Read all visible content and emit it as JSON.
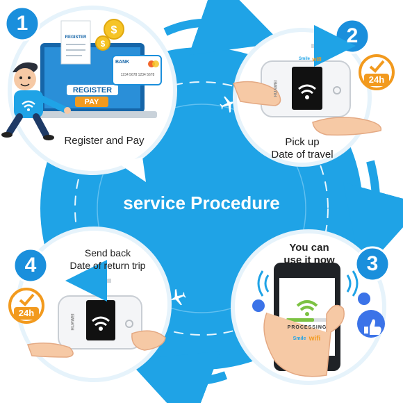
{
  "title": "service Procedure",
  "colors": {
    "primary": "#1fa3e6",
    "dark_blue": "#1478c8",
    "badge": "#1a8fdc",
    "orange": "#f29a1e",
    "skin": "#f6c9a5",
    "green": "#7cc242"
  },
  "steps": [
    {
      "number": "1",
      "label": "Register and Pay"
    },
    {
      "number": "2",
      "label_line1": "Pick up",
      "label_line2": "Date of travel",
      "clock_badge": "24h"
    },
    {
      "number": "3",
      "label_line1": "You can",
      "label_line2": "use it now"
    },
    {
      "number": "4",
      "label_line1": "Send back",
      "label_line2": "Date of return trip",
      "clock_badge": "24h"
    }
  ],
  "illustration_text": {
    "register_doc_title": "REGISTER",
    "register_button": "REGISTER",
    "pay_button": "PAY",
    "bank_card_label": "BANK",
    "card_number": "1234 5678 1234 5678",
    "device_brand": "HUAWEI",
    "brand_smile": "Smile",
    "brand_wifi": "wifi",
    "processing": "PROCESSING"
  },
  "icons": [
    "airplane-icon",
    "wifi-icon",
    "like-icon",
    "clock-icon",
    "coin-icon",
    "signal-icon"
  ]
}
